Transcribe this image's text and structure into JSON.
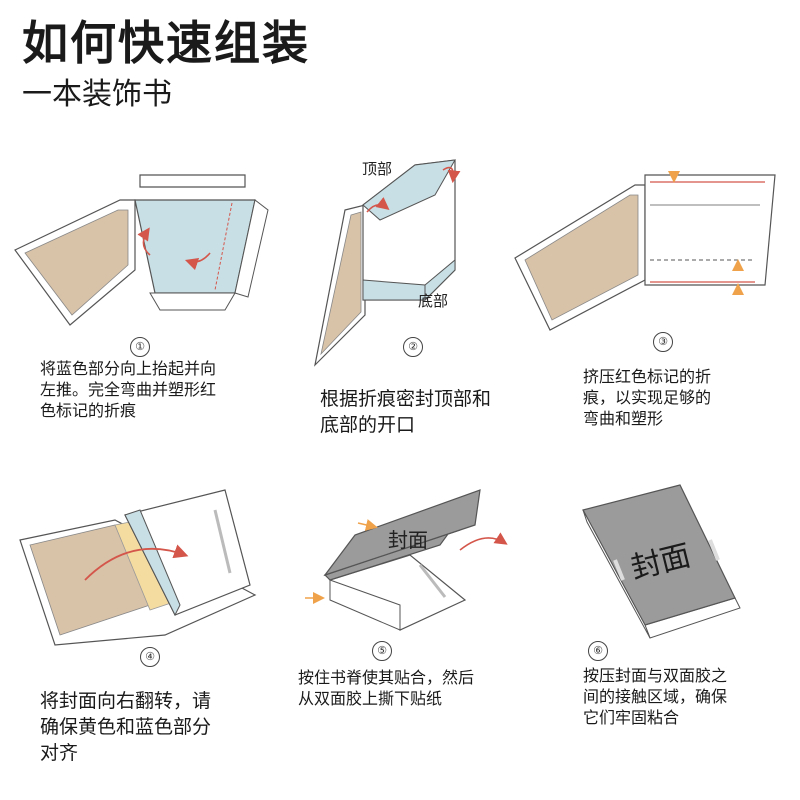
{
  "title": "如何快速组装",
  "subtitle": "一本装饰书",
  "colors": {
    "tan": "#d8c2a8",
    "blue": "#c8dfe5",
    "yellow": "#f4dba0",
    "gray": "#9b9b9b",
    "arrow_red": "#d4564b",
    "arrow_orange": "#f0a24a",
    "outline": "#555555"
  },
  "steps": [
    {
      "number": "①",
      "caption": "将蓝色部分向上抬起并向\n左推。完全弯曲并塑形红\n色标记的折痕"
    },
    {
      "number": "②",
      "caption": "根据折痕密封顶部和\n底部的开口",
      "labels": {
        "top": "顶部",
        "bottom": "底部"
      }
    },
    {
      "number": "③",
      "caption": "挤压红色标记的折\n痕，以实现足够的\n弯曲和塑形"
    },
    {
      "number": "④",
      "caption": "将封面向右翻转，请\n确保黄色和蓝色部分\n对齐"
    },
    {
      "number": "⑤",
      "caption": "按住书脊使其贴合，然后\n从双面胶上撕下贴纸",
      "labels": {
        "cover": "封面"
      }
    },
    {
      "number": "⑥",
      "caption": "按压封面与双面胶之\n间的接触区域，确保\n它们牢固粘合",
      "labels": {
        "cover": "封面"
      }
    }
  ]
}
